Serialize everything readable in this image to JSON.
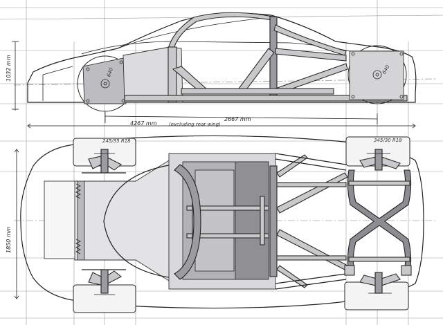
{
  "side_view": {
    "height_dim": "1032 mm",
    "front_wheel_dia": "640",
    "rear_wheel_dia": "640",
    "length_dim": "4267 mm",
    "length_note": "(excluding rear wing)",
    "wheelbase_dim": "2667 mm"
  },
  "top_view": {
    "width_dim": "1850 mm",
    "front_tire_left": "245/35 R18",
    "rear_tire_left": "345/30 R18"
  },
  "colors": {
    "ink": "#1f1f1f",
    "panel_light": "#dcdcde",
    "panel_dark": "#a9a9ad",
    "paper": "#ffffff"
  }
}
